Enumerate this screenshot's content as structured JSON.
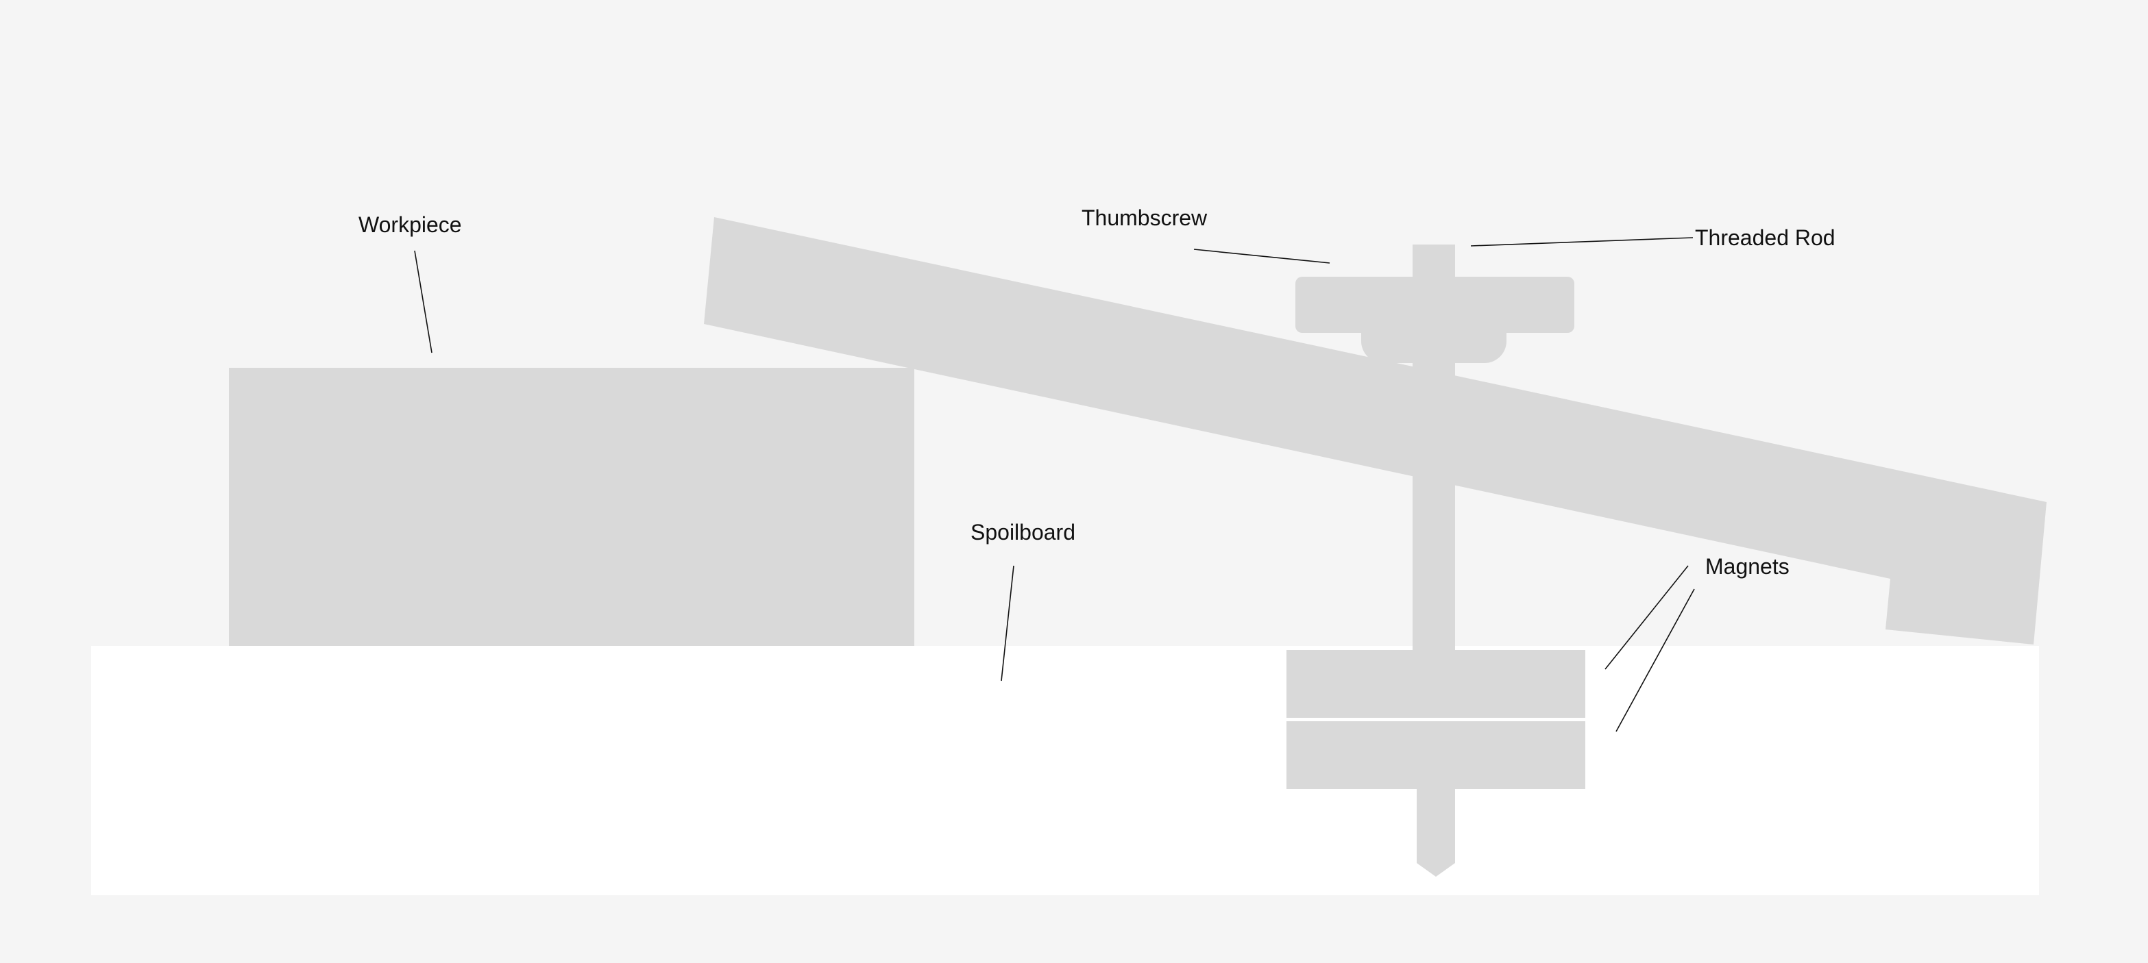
{
  "diagram": {
    "labels": {
      "workpiece": "Workpiece",
      "thumbscrew": "Thumbscrew",
      "threaded_rod": "Threaded Rod",
      "spoilboard": "Spoilboard",
      "magnets": "Magnets"
    },
    "colors": {
      "background": "#f5f5f5",
      "spoilboard": "#ffffff",
      "parts": "#d9d9d9",
      "text": "#111111"
    }
  }
}
